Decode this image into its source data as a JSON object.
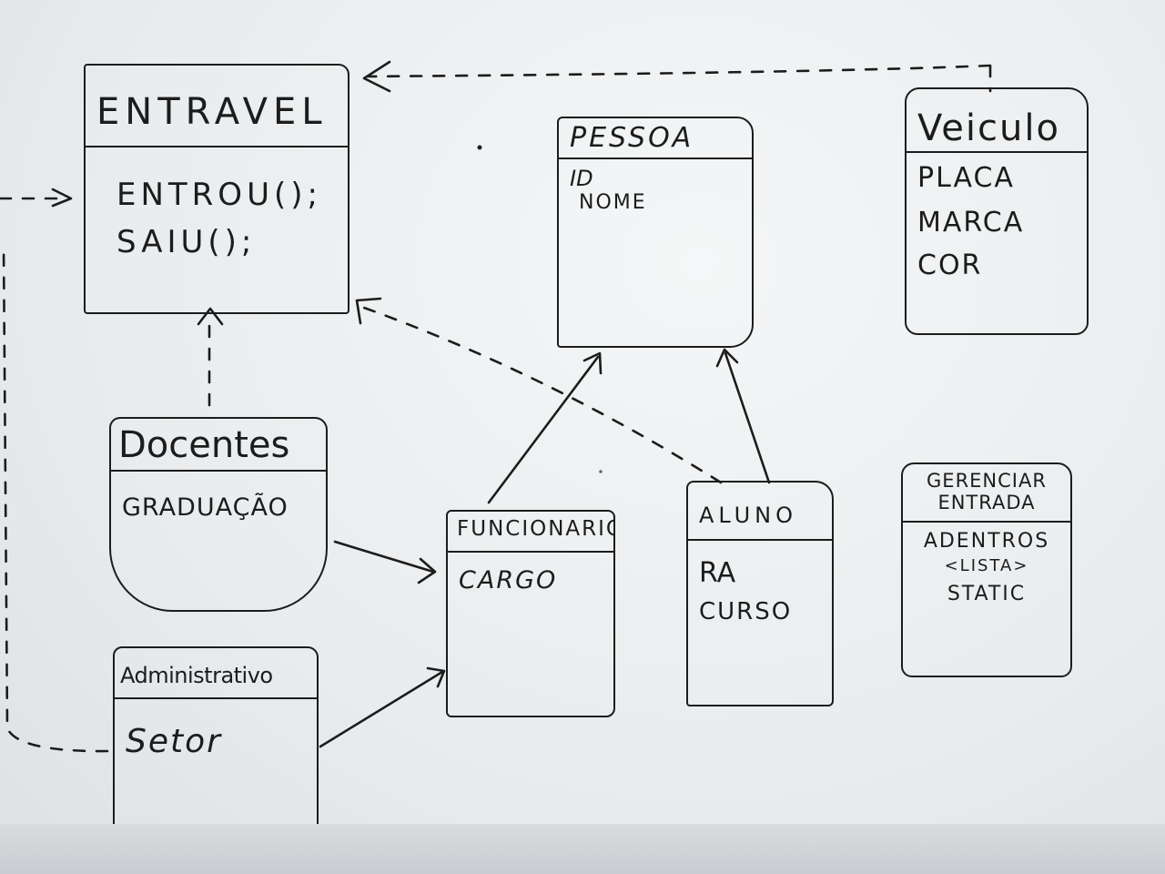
{
  "classes": {
    "entravel": {
      "title": "ENTRAVEL",
      "methods": [
        "ENTROU();",
        "SAIU();"
      ]
    },
    "pessoa": {
      "title": "PESSOA",
      "attributes": [
        "ID",
        "NOME"
      ]
    },
    "veiculo": {
      "title": "Veiculo",
      "attributes": [
        "PLACA",
        "MARCA",
        "COR"
      ]
    },
    "docentes": {
      "title": "Docentes",
      "attributes": [
        "GRADUAÇÃO"
      ]
    },
    "funcionario": {
      "title": "FUNCIONARIO",
      "attributes": [
        "CARGO"
      ]
    },
    "aluno": {
      "title": "ALUNO",
      "attributes": [
        "RA",
        "CURSO"
      ]
    },
    "gerenciar_entrada": {
      "title_line1": "GERENCIAR",
      "title_line2": "ENTRADA",
      "attributes": [
        "ADENTROS",
        "<LISTA>",
        "STATIC"
      ]
    },
    "administrativo": {
      "title": "Administrativo",
      "attributes": [
        "Setor"
      ]
    }
  },
  "colors": {
    "ink": "#1c1c1c",
    "board": "#eceff1"
  }
}
